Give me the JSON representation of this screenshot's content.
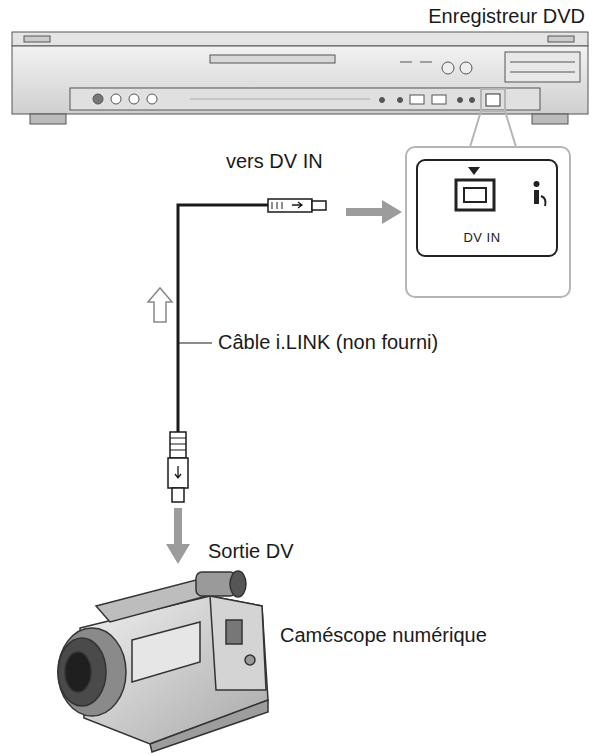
{
  "diagram": {
    "nodes": [
      {
        "text": [
          "DV IN"
        ]
      }
    ],
    "labels": [
      "Enregistreur DVD",
      "vers DV IN",
      "Câble i.LINK (non fourni)",
      "Sortie DV",
      "Caméscope numérique"
    ]
  }
}
